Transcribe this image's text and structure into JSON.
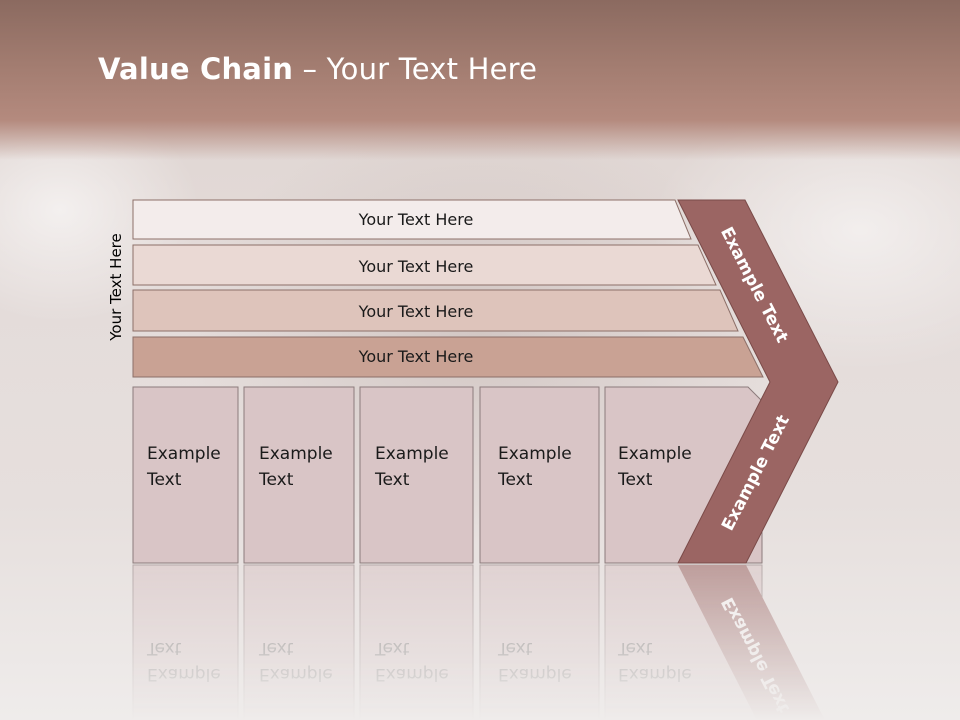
{
  "title": {
    "bold": "Value Chain",
    "rest": " – Your Text Here"
  },
  "side_label": "Your Text Here",
  "rows": [
    {
      "label": "Your Text Here",
      "fill": "#f3eceb"
    },
    {
      "label": "Your Text Here",
      "fill": "#ead9d4"
    },
    {
      "label": "Your Text Here",
      "fill": "#dec4bb"
    },
    {
      "label": "Your Text Here",
      "fill": "#c9a294"
    }
  ],
  "columns": [
    {
      "line1": "Example",
      "line2": "Text"
    },
    {
      "line1": "Example",
      "line2": "Text"
    },
    {
      "line1": "Example",
      "line2": "Text"
    },
    {
      "line1": "Example",
      "line2": "Text"
    },
    {
      "line1": "Example",
      "line2": "Text"
    }
  ],
  "chevron": {
    "top_label": "Example Text",
    "bottom_label": "Example Text",
    "fill": "#9b6563"
  },
  "colors": {
    "column_fill": "#d9c5c6",
    "row_stroke": "#8c6f68",
    "text": "#1a1a1a"
  }
}
